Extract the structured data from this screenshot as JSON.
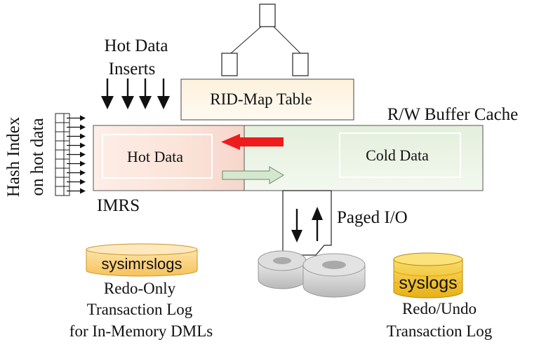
{
  "labels": {
    "hot_data_inserts_line1": "Hot Data",
    "hot_data_inserts_line2": "Inserts",
    "rid_map_table": "RID-Map Table",
    "rw_buffer_cache": "R/W Buffer Cache",
    "hot_data": "Hot Data",
    "cold_data": "Cold Data",
    "imrs": "IMRS",
    "hash_index_line1": "Hash Index",
    "hash_index_line2": "on hot data",
    "paged_io": "Paged I/O",
    "sysimrslogs": "sysimrslogs",
    "redo_only_line1": "Redo-Only",
    "redo_only_line2": "Transaction Log",
    "redo_only_line3": "for In-Memory DMLs",
    "syslogs": "syslogs",
    "redo_undo_line1": "Redo/Undo",
    "redo_undo_line2": "Transaction Log"
  },
  "colors": {
    "hot_area_fill": "#fbe7de",
    "cold_area_fill": "#e4efdc",
    "rid_map_fill": "#fdf1dc",
    "red_arrow": "#ee1c1c",
    "green_arrow": "#d6e7d0",
    "sysimrslogs_fill": "#fbd27a",
    "syslogs_fill": "#f2c02a",
    "disk_fill": "#d2d2d2"
  }
}
